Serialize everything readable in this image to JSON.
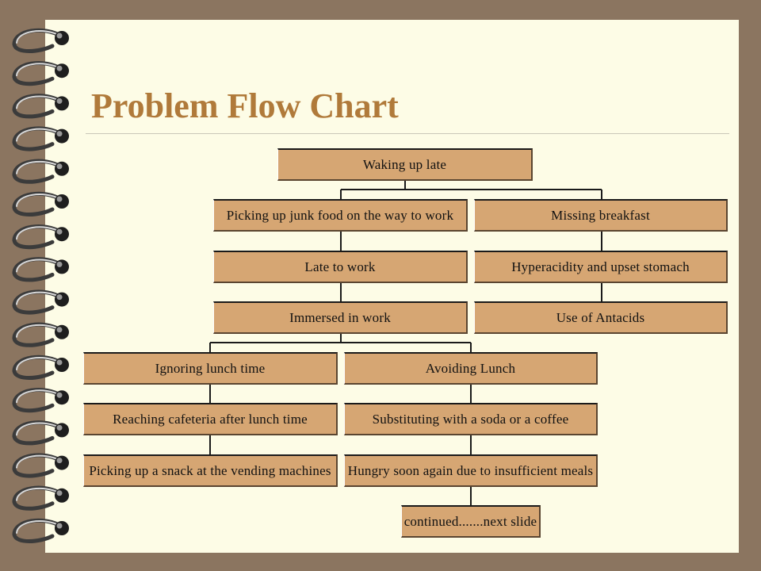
{
  "slide": {
    "title": "Problem Flow Chart"
  },
  "flowchart": {
    "nodes": {
      "waking_up_late": "Waking up late",
      "picking_up_junk_food": "Picking up junk food on the way to work",
      "missing_breakfast": "Missing breakfast",
      "late_to_work": "Late to work",
      "hyperacidity": "Hyperacidity and upset stomach",
      "immersed_in_work": "Immersed in work",
      "use_of_antacids": "Use of Antacids",
      "ignoring_lunch_time": "Ignoring lunch time",
      "avoiding_lunch": "Avoiding Lunch",
      "reaching_cafeteria": "Reaching cafeteria after lunch time",
      "substituting": "Substituting with a soda or a coffee",
      "picking_up_snack": "Picking up a snack at the vending machines",
      "hungry_soon": "Hungry soon again due to insufficient meals",
      "continued": "continued.......next slide"
    },
    "edges": [
      [
        "waking_up_late",
        "picking_up_junk_food"
      ],
      [
        "waking_up_late",
        "missing_breakfast"
      ],
      [
        "picking_up_junk_food",
        "late_to_work"
      ],
      [
        "late_to_work",
        "immersed_in_work"
      ],
      [
        "missing_breakfast",
        "hyperacidity"
      ],
      [
        "hyperacidity",
        "use_of_antacids"
      ],
      [
        "immersed_in_work",
        "ignoring_lunch_time"
      ],
      [
        "immersed_in_work",
        "avoiding_lunch"
      ],
      [
        "ignoring_lunch_time",
        "reaching_cafeteria"
      ],
      [
        "reaching_cafeteria",
        "picking_up_snack"
      ],
      [
        "avoiding_lunch",
        "substituting"
      ],
      [
        "substituting",
        "hungry_soon"
      ],
      [
        "hungry_soon",
        "continued"
      ]
    ]
  },
  "colors": {
    "background": "#8B7560",
    "paper": "#FDFCE6",
    "title": "#B07A3A",
    "box_fill": "#D6A673",
    "connector": "#1a1a1a"
  },
  "icons": {
    "binding": "spiral-binding-rings"
  }
}
